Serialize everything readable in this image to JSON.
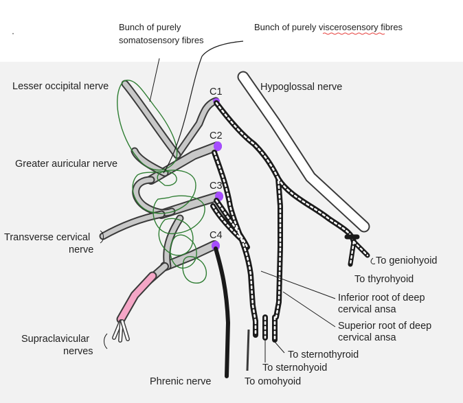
{
  "annotations": {
    "somatosensory_line1": "Bunch of purely",
    "somatosensory_line2": "somatosensory fibres",
    "viscerosensory_prefix": "Bunch of purely ",
    "viscerosensory_word": "viscerosensory",
    "viscerosensory_suffix": " fibres"
  },
  "spinal_levels": [
    "C1",
    "C2",
    "C3",
    "C4"
  ],
  "labels": {
    "lesser_occipital": "Lesser occipital nerve",
    "greater_auricular": "Greater auricular nerve",
    "transverse_cervical_1": "Transverse cervical",
    "transverse_cervical_2": "nerve",
    "supraclavicular_1": "Supraclavicular",
    "supraclavicular_2": "nerves",
    "phrenic": "Phrenic nerve",
    "hypoglossal": "Hypoglossal nerve",
    "geniohyoid": "To geniohyoid",
    "thyrohyoid": "To thyrohyoid",
    "inferior_root_1": "Inferior root of deep",
    "inferior_root_2": "cervical ansa",
    "superior_root_1": "Superior root of deep",
    "superior_root_2": "cervical ansa",
    "sternothyroid": "To sternothyroid",
    "sternohyoid": "To sternohyoid",
    "omohyoid": "To omohyoid"
  },
  "colors": {
    "background": "#f2f2f2",
    "nerve_gray": "#c8c8c8",
    "nerve_outline": "#3a3a3a",
    "motor_black": "#1a1a1a",
    "root_purple": "#a64dff",
    "supraclavicular_pink": "#f4a6c6",
    "annotation_green": "#2e7d32"
  }
}
